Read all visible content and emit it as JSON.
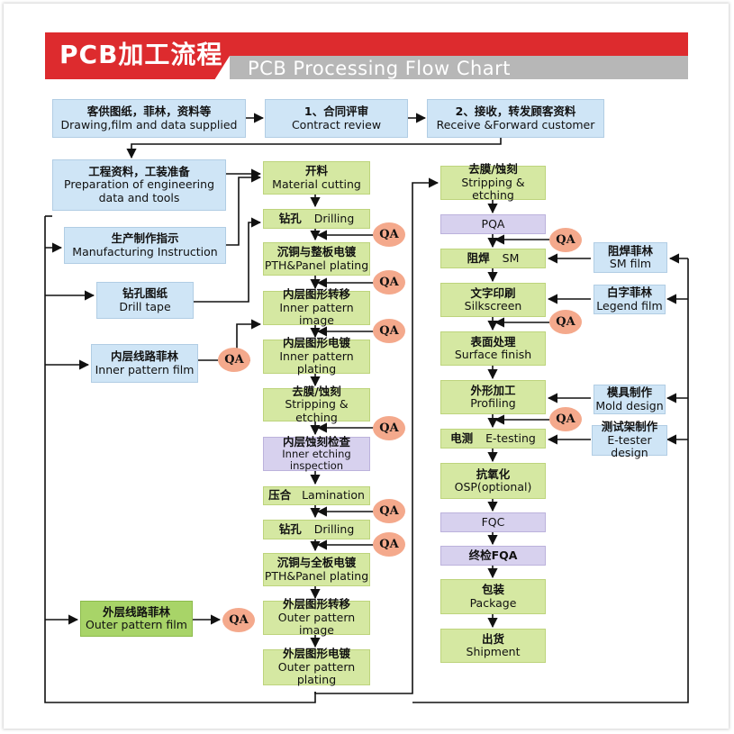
{
  "header": {
    "title_cn": "PCB加工流程",
    "title_en": "PCB Processing Flow Chart"
  },
  "colors": {
    "header_red": "#dd2b2e",
    "header_gray": "#b7b7b7",
    "box_blue": "#cfe5f6",
    "box_green": "#d5e8a2",
    "box_green_dark": "#a8d468",
    "box_purple": "#d7d1ee",
    "qa_salmon": "#f4a98c"
  },
  "qa_label": "QA",
  "top_row": [
    {
      "cn": "客供图纸，菲林，资料等",
      "en": "Drawing,film and data supplied"
    },
    {
      "cn": "1、合同评审",
      "en": "Contract review"
    },
    {
      "cn": "2、接收，转发顾客资料",
      "en": "Receive &Forward customer"
    }
  ],
  "left_column": [
    {
      "cn": "工程资料，工装准备",
      "en": "Preparation of engineering data and tools"
    },
    {
      "cn": "生产制作指示",
      "en": "Manufacturing Instruction"
    },
    {
      "cn": "钻孔图纸",
      "en": "Drill tape"
    },
    {
      "cn": "内层线路菲林",
      "en": "Inner pattern film"
    },
    {
      "cn": "外层线路菲林",
      "en": "Outer pattern film"
    }
  ],
  "middle_column": [
    {
      "cn": "开料",
      "en": "Material cutting"
    },
    {
      "cn": "钻孔",
      "en": "Drilling"
    },
    {
      "cn": "沉铜与整板电镀",
      "en": "PTH&Panel plating"
    },
    {
      "cn": "内层图形转移",
      "en": "Inner pattern image"
    },
    {
      "cn": "内层图形电镀",
      "en": "Inner pattern plating"
    },
    {
      "cn": "去膜/蚀刻",
      "en": "Stripping & etching"
    },
    {
      "cn": "内层蚀刻检查",
      "en": "Inner etching inspection"
    },
    {
      "cn": "压合",
      "en": "Lamination"
    },
    {
      "cn": "钻孔",
      "en": "Drilling"
    },
    {
      "cn": "沉铜与全板电镀",
      "en": "PTH&Panel plating"
    },
    {
      "cn": "外层图形转移",
      "en": "Outer pattern image"
    },
    {
      "cn": "外层图形电镀",
      "en": "Outer pattern plating"
    }
  ],
  "right_column": [
    {
      "cn": "去膜/蚀刻",
      "en": "Stripping & etching"
    },
    {
      "cn": "",
      "en": "PQA"
    },
    {
      "cn": "阻焊",
      "en": "SM"
    },
    {
      "cn": "文字印刷",
      "en": "Silkscreen"
    },
    {
      "cn": "表面处理",
      "en": "Surface finish"
    },
    {
      "cn": "外形加工",
      "en": "Profiling"
    },
    {
      "cn": "电测",
      "en": "E-testing"
    },
    {
      "cn": "抗氧化",
      "en": "OSP(optional)"
    },
    {
      "cn": "",
      "en": "FQC"
    },
    {
      "cn": "终检FQA",
      "en": ""
    },
    {
      "cn": "包装",
      "en": "Package"
    },
    {
      "cn": "出货",
      "en": "Shipment"
    }
  ],
  "far_right": [
    {
      "cn": "阻焊菲林",
      "en": "SM film"
    },
    {
      "cn": "白字菲林",
      "en": "Legend film"
    },
    {
      "cn": "模具制作",
      "en": "Mold design"
    },
    {
      "cn": "测试架制作",
      "en": "E-tester design"
    }
  ]
}
